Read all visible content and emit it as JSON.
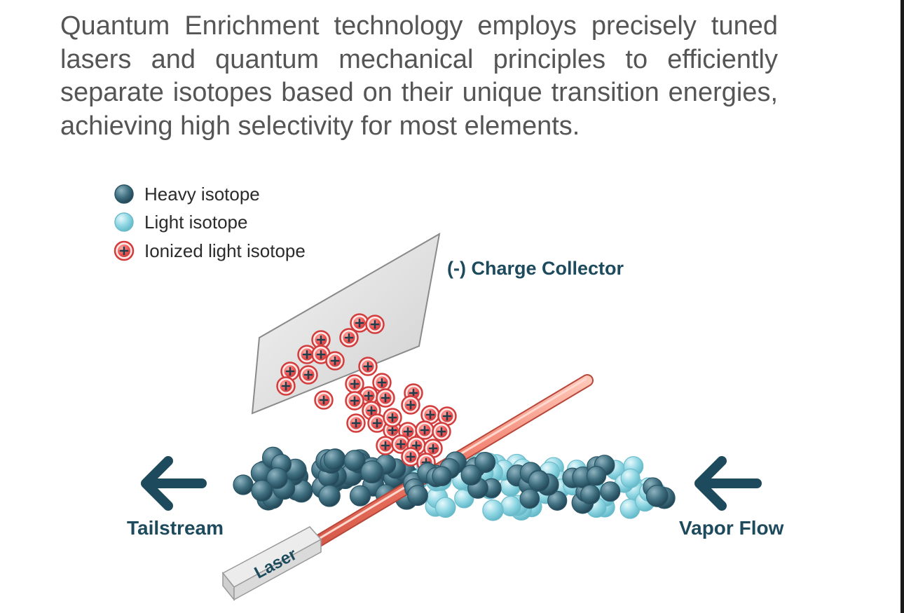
{
  "paragraph": "Quantum Enrichment technology employs precisely tuned lasers and quantum mechanical principles to efficiently separate isotopes based on their unique transition energies, achieving high selectivity for most elements.",
  "legend": {
    "heavy": "Heavy isotope",
    "light": "Light isotope",
    "ionized": "Ionized light isotope"
  },
  "labels": {
    "collector": "(-) Charge Collector",
    "tailstream": "Tailstream",
    "vapor_flow": "Vapor Flow",
    "laser": "Laser"
  },
  "colors": {
    "heavy": "#3f6f80",
    "light": "#8fd6e3",
    "ionized_fill": "#f25a5a",
    "ionized_rim": "#c83c3c",
    "laser_beam": "#f08070",
    "arrow": "#1d4a5c",
    "collector": "#d9d9d9"
  }
}
